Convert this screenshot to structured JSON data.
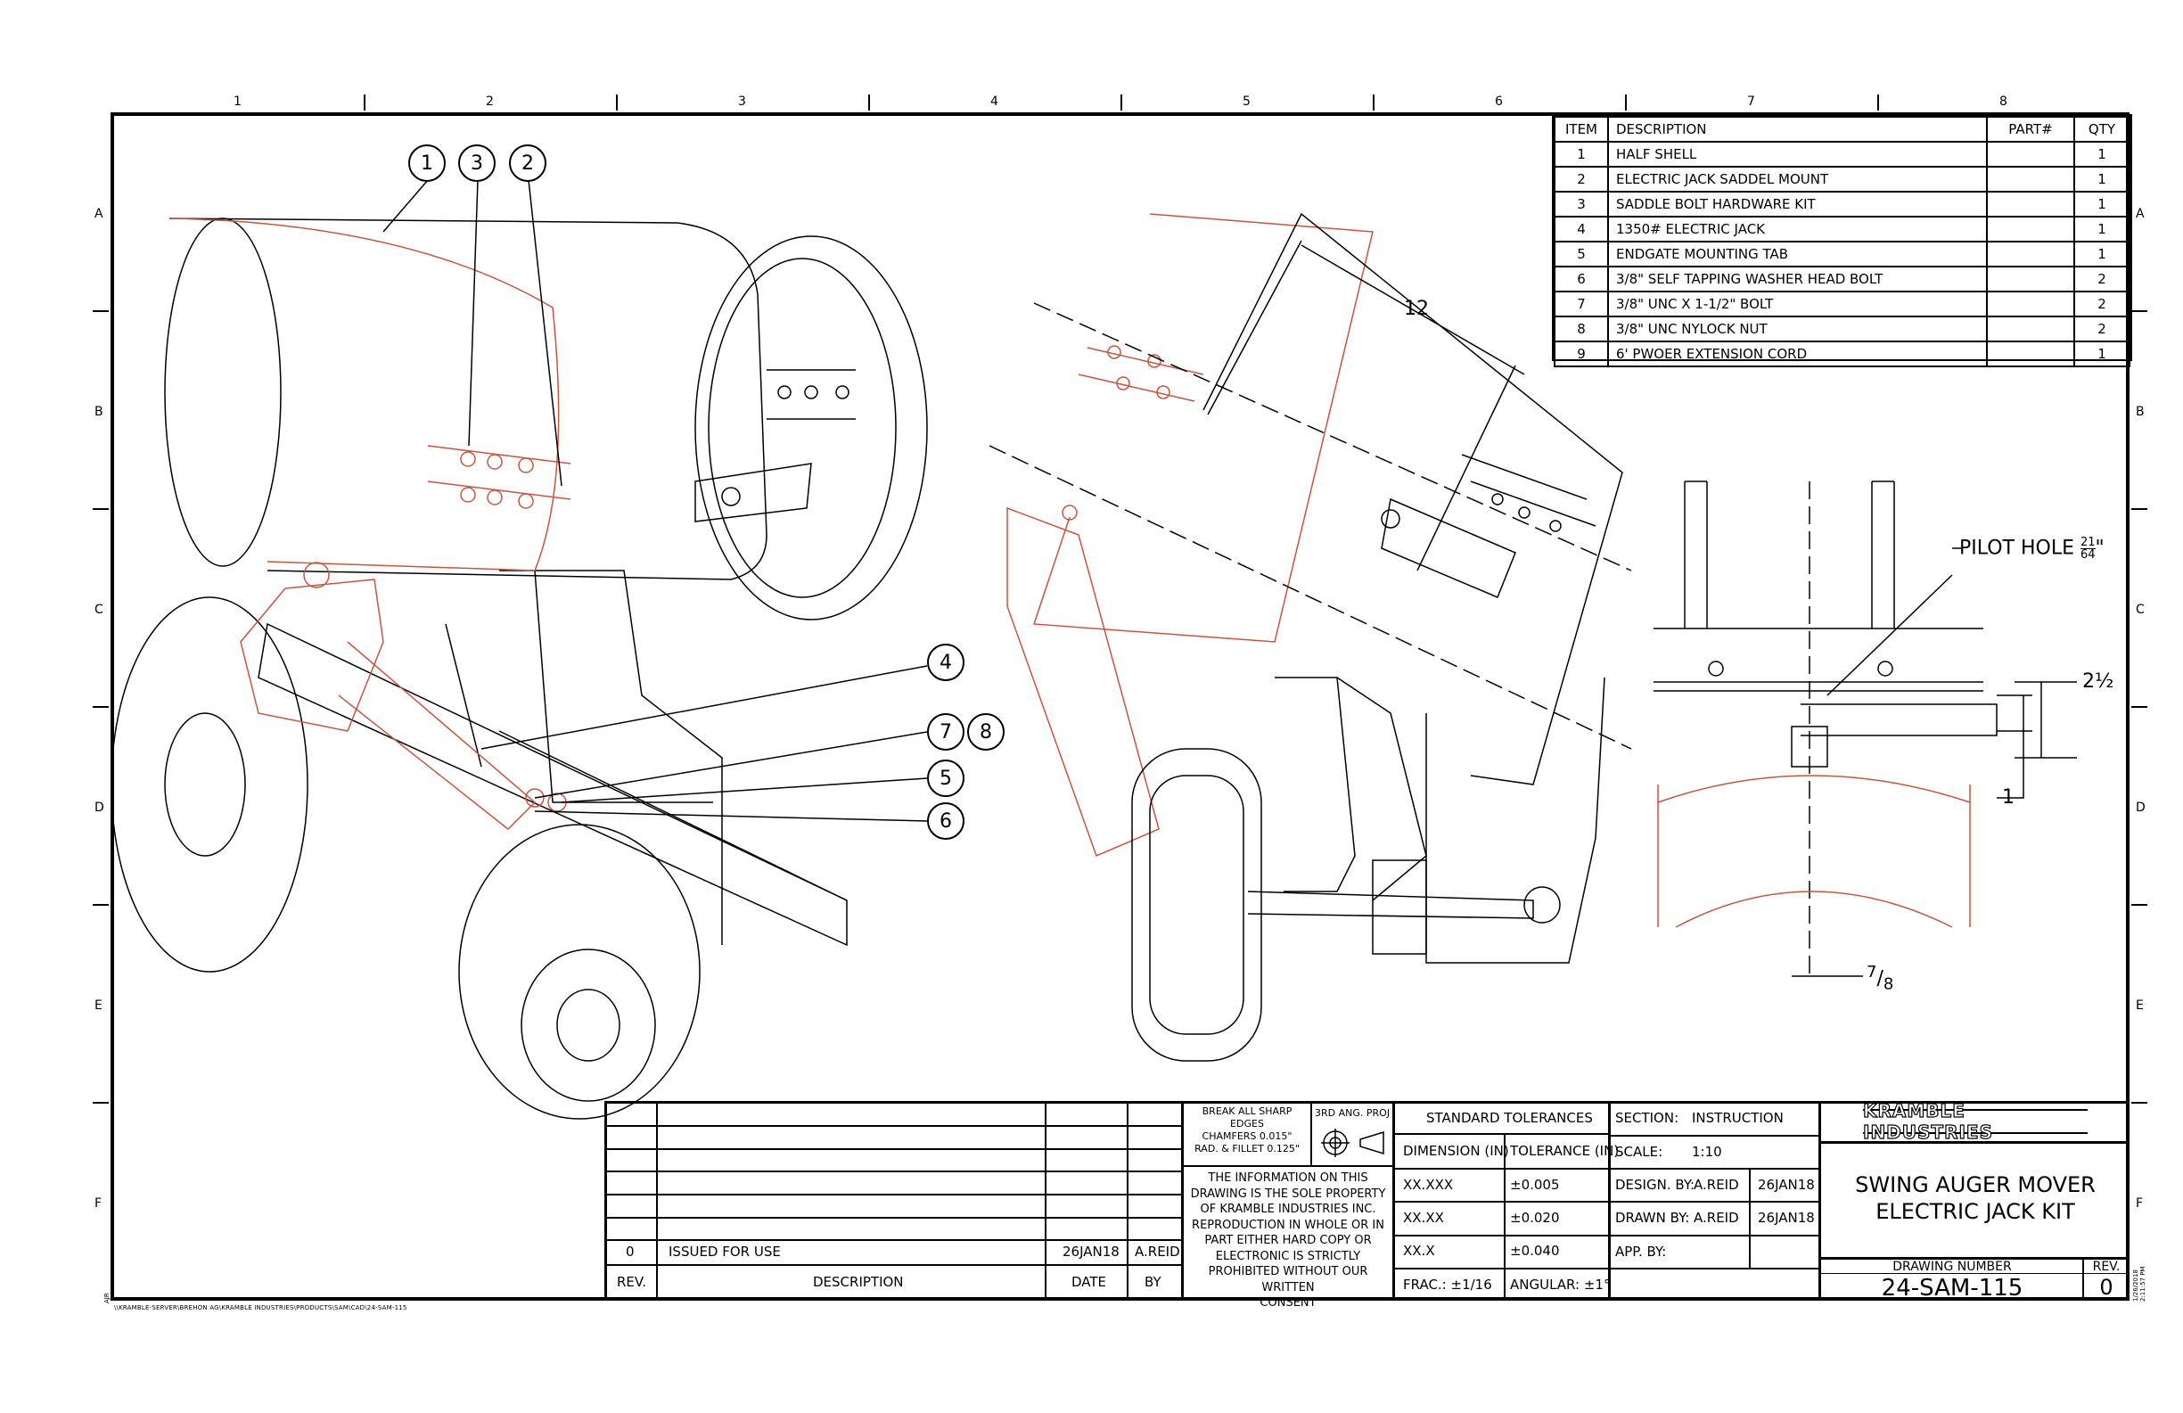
{
  "zones": {
    "columns": [
      "1",
      "2",
      "3",
      "4",
      "5",
      "6",
      "7",
      "8"
    ],
    "rows": [
      "A",
      "B",
      "C",
      "D",
      "E",
      "F"
    ]
  },
  "bom": {
    "headers": {
      "item": "ITEM",
      "description": "DESCRIPTION",
      "part": "PART#",
      "qty": "QTY"
    },
    "rows": [
      {
        "item": "1",
        "description": "HALF SHELL",
        "part": "",
        "qty": "1"
      },
      {
        "item": "2",
        "description": "ELECTRIC JACK SADDEL MOUNT",
        "part": "",
        "qty": "1"
      },
      {
        "item": "3",
        "description": "SADDLE BOLT HARDWARE KIT",
        "part": "",
        "qty": "1"
      },
      {
        "item": "4",
        "description": "1350# ELECTRIC JACK",
        "part": "",
        "qty": "1"
      },
      {
        "item": "5",
        "description": "ENDGATE MOUNTING TAB",
        "part": "",
        "qty": "1"
      },
      {
        "item": "6",
        "description": "3/8\" SELF TAPPING WASHER HEAD BOLT",
        "part": "",
        "qty": "2"
      },
      {
        "item": "7",
        "description": "3/8\" UNC X 1-1/2\" BOLT",
        "part": "",
        "qty": "2"
      },
      {
        "item": "8",
        "description": "3/8\" UNC NYLOCK NUT",
        "part": "",
        "qty": "2"
      },
      {
        "item": "9",
        "description": "6' PWOER EXTENSION CORD",
        "part": "",
        "qty": "1"
      }
    ]
  },
  "balloons": [
    "1",
    "3",
    "2",
    "4",
    "7",
    "8",
    "5",
    "6"
  ],
  "dimensions": {
    "length": "12",
    "pilot_hole": "PILOT HOLE",
    "pilot_hole_frac_num": "21",
    "pilot_hole_frac_den": "64",
    "pilot_hole_unit": "\"",
    "dim_2_5": "2½",
    "dim_1": "1",
    "dim_7_8_num": "7",
    "dim_7_8_den": "8"
  },
  "revisions": {
    "rows": [
      {
        "rev": "0",
        "description": "ISSUED FOR USE",
        "date": "26JAN18",
        "by": "A.REID"
      }
    ],
    "headers": {
      "rev": "REV.",
      "description": "DESCRIPTION",
      "date": "DATE",
      "by": "BY"
    }
  },
  "notes": {
    "edges": [
      "BREAK ALL SHARP",
      "EDGES",
      "CHAMFERS 0.015\"",
      "RAD. & FILLET 0.125\""
    ],
    "projection": "3RD ANG. PROJ",
    "proprietary": [
      "THE INFORMATION ON THIS",
      "DRAWING IS THE SOLE PROPERTY",
      "OF KRAMBLE INDUSTRIES INC.",
      "REPRODUCTION IN WHOLE OR IN",
      "PART EITHER HARD COPY OR",
      "ELECTRONIC IS STRICTLY",
      "PROHIBITED WITHOUT OUR WRITTEN",
      "CONSENT"
    ]
  },
  "tolerances": {
    "title": "STANDARD TOLERANCES",
    "col_dim": "DIMENSION (IN)",
    "col_tol": "TOLERANCE (IN)",
    "rows": [
      {
        "dim": "XX.XXX",
        "tol": "±0.005"
      },
      {
        "dim": "XX.XX",
        "tol": "±0.020"
      },
      {
        "dim": "XX.X",
        "tol": "±0.040"
      }
    ],
    "frac": "FRAC.: ±1/16",
    "angular": "ANGULAR: ±1°"
  },
  "info": {
    "section_label": "SECTION:",
    "section": "INSTRUCTION",
    "scale_label": "SCALE:",
    "scale": "1:10",
    "design_label": "DESIGN. BY:",
    "design_by": "A.REID",
    "design_date": "26JAN18",
    "drawn_label": "DRAWN BY:",
    "drawn_by": "A.REID",
    "drawn_date": "26JAN18",
    "app_label": "APP. BY:"
  },
  "company": "KRAMBLE INDUSTRIES",
  "title_lines": [
    "SWING AUGER MOVER",
    "ELECTRIC JACK KIT"
  ],
  "drawing_number_label": "DRAWING NUMBER",
  "drawing_number": "24-SAM-115",
  "rev_label": "REV.",
  "rev": "0",
  "file_path": "\\\\KRAMBLE-SERVER\\BREHON AG\\KRAMBLE INDUSTRIES\\PRODUCTS\\SAM\\CAD\\24-SAM-115",
  "margin_user": "AJR",
  "plot_stamp": "1/26/2018 2:11:57 PM",
  "colors": {
    "line": "#000000",
    "highlight": "#c8553d"
  }
}
